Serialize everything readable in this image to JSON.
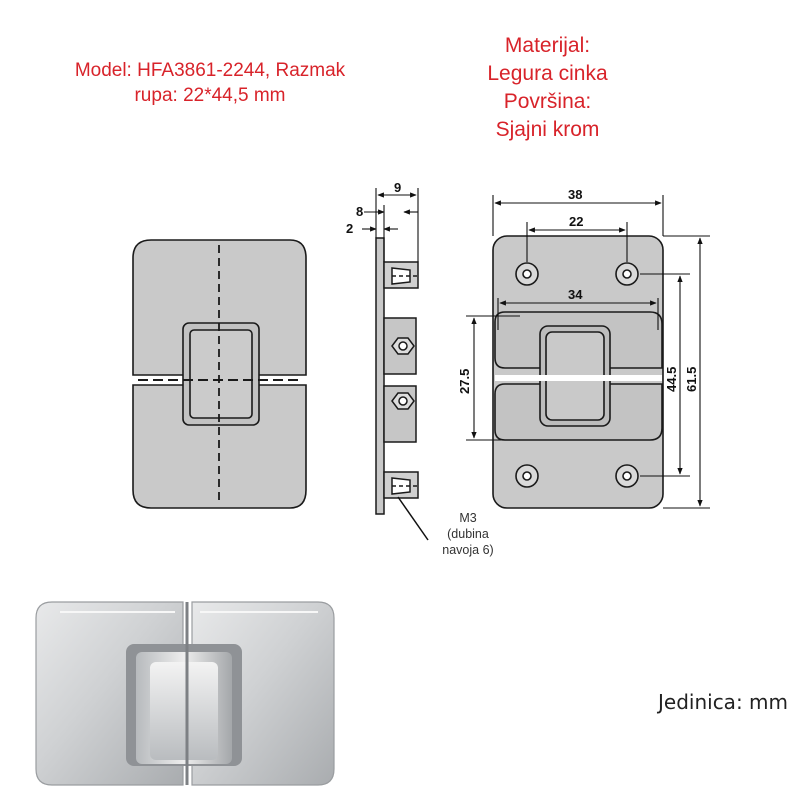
{
  "header": {
    "model_line1": "Model: HFA3861-2244, Razmak",
    "model_line2": "rupa: 22*44,5 mm",
    "material_label": "Materijal:",
    "material_value": "Legura cinka",
    "surface_label": "Površina:",
    "surface_value": "Sjajni krom"
  },
  "annotations": {
    "m3_line1": "M3",
    "m3_line2": "(dubina",
    "m3_line3": "navoja 6)",
    "unit": "Jedinica: mm"
  },
  "dimensions": {
    "side_9": "9",
    "side_8": "8",
    "side_2": "2",
    "width_38": "38",
    "hole_22": "22",
    "inner_34": "34",
    "height_27_5": "27.5",
    "hole_44_5": "44.5",
    "height_61_5": "61.5"
  },
  "colors": {
    "accent_red": "#d8232a",
    "part_gray": "#c9c9c9",
    "outline": "#1a1a1a"
  }
}
